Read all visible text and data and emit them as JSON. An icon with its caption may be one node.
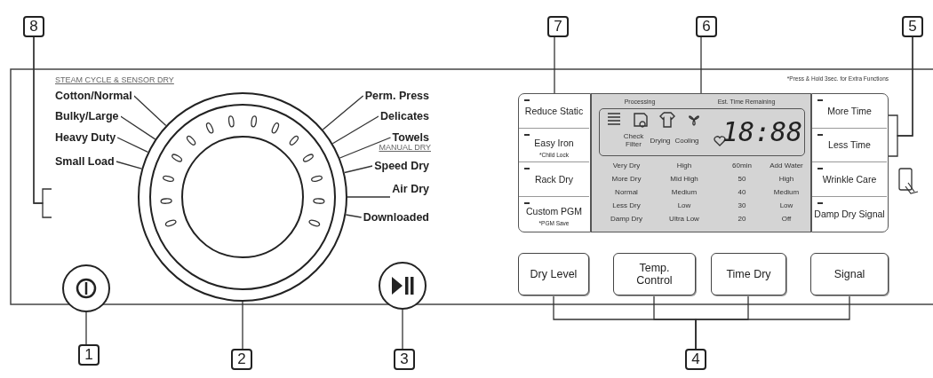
{
  "diagram": {
    "nodes": [
      {
        "text": [
          "1"
        ]
      },
      {
        "text": [
          "2"
        ]
      },
      {
        "text": [
          "3"
        ]
      },
      {
        "text": [
          "4"
        ]
      },
      {
        "text": [
          "5"
        ]
      },
      {
        "text": [
          "6"
        ]
      },
      {
        "text": [
          "7"
        ]
      },
      {
        "text": [
          "8"
        ]
      },
      {
        "text": [],
        "shape": "circle"
      },
      {
        "text": [],
        "shape": "circle"
      },
      {
        "text": [],
        "shape": "circle"
      },
      {
        "text": [],
        "shape": "box"
      },
      {
        "text": [
          "Reduce Static"
        ],
        "in": 11
      },
      {
        "text": [
          "Easy Iron",
          "*Child Lock"
        ],
        "in": 11
      },
      {
        "text": [
          "Rack Dry"
        ],
        "in": 11
      },
      {
        "text": [
          "Custom PGM",
          "*PGM Save"
        ],
        "in": 11
      },
      {
        "text": [],
        "shape": "box"
      },
      {
        "text": [],
        "shape": "box"
      },
      {
        "text": [
          "More Time"
        ],
        "in": 17
      },
      {
        "text": [
          "Less Time"
        ],
        "in": 17
      },
      {
        "text": [
          "Wrinkle Care"
        ],
        "in": 17
      },
      {
        "text": [
          "Damp Dry Signal"
        ],
        "in": 17
      },
      {
        "text": [
          "Dry Level"
        ]
      },
      {
        "text": [
          "Temp. Control"
        ]
      },
      {
        "text": [
          "Time Dry"
        ]
      },
      {
        "text": [
          "Signal"
        ]
      },
      {
        "text": [
          "Cotton/Normal"
        ]
      },
      {
        "text": [
          "Bulky/Large"
        ]
      },
      {
        "text": [
          "Heavy Duty"
        ]
      },
      {
        "text": [
          "Small Load"
        ]
      },
      {
        "text": [
          "Perm. Press"
        ]
      },
      {
        "text": [
          "Delicates"
        ]
      },
      {
        "text": [
          "Towels"
        ]
      },
      {
        "text": [
          "Speed Dry"
        ]
      },
      {
        "text": [
          "Air Dry"
        ]
      },
      {
        "text": [
          "Downloaded"
        ]
      }
    ],
    "edges": [
      {
        "from": 7,
        "to": null,
        "arrow": "none"
      },
      {
        "from": 7,
        "to": null,
        "arrow": "none"
      },
      {
        "from": 6,
        "to": 11,
        "arrow": "none"
      },
      {
        "from": 5,
        "to": 16,
        "arrow": "none"
      },
      {
        "from": 4,
        "to": 18,
        "arrow": "none"
      },
      {
        "from": 4,
        "to": 19,
        "arrow": "none"
      },
      {
        "from": 0,
        "to": 8,
        "arrow": "none"
      },
      {
        "from": 1,
        "to": 9,
        "arrow": "none"
      },
      {
        "from": 2,
        "to": 10,
        "arrow": "none"
      },
      {
        "from": 3,
        "to": 22,
        "arrow": "none"
      },
      {
        "from": 3,
        "to": 23,
        "arrow": "none"
      },
      {
        "from": 3,
        "to": 24,
        "arrow": "none"
      },
      {
        "from": 3,
        "to": 25,
        "arrow": "none"
      },
      {
        "from": 26,
        "to": 9,
        "arrow": "none"
      },
      {
        "from": 27,
        "to": 9,
        "arrow": "none"
      },
      {
        "from": 28,
        "to": 9,
        "arrow": "none"
      },
      {
        "from": 29,
        "to": 9,
        "arrow": "none"
      },
      {
        "from": 30,
        "to": 9,
        "arrow": "none"
      },
      {
        "from": 31,
        "to": 9,
        "arrow": "none"
      },
      {
        "from": 32,
        "to": 9,
        "arrow": "none"
      },
      {
        "from": 33,
        "to": 9,
        "arrow": "none"
      },
      {
        "from": 34,
        "to": 9,
        "arrow": "none"
      },
      {
        "from": 35,
        "to": 9,
        "arrow": "none"
      }
    ],
    "labels": [
      "STEAM CYCLE & SENSOR DRY",
      "MANUAL DRY",
      "*Press & Hold 3sec. for Extra Functions",
      "Processing",
      "Est. Time Remaining",
      "Check Filter",
      "Drying",
      "Cooling",
      "18:88",
      "Very Dry",
      "High",
      "60min",
      "Add Water",
      "More Dry",
      "Mid High",
      "50",
      "High",
      "Normal",
      "Medium",
      "40",
      "Medium",
      "Less Dry",
      "Low",
      "30",
      "Low",
      "Damp Dry",
      "Ultra Low",
      "20",
      "Off"
    ]
  }
}
